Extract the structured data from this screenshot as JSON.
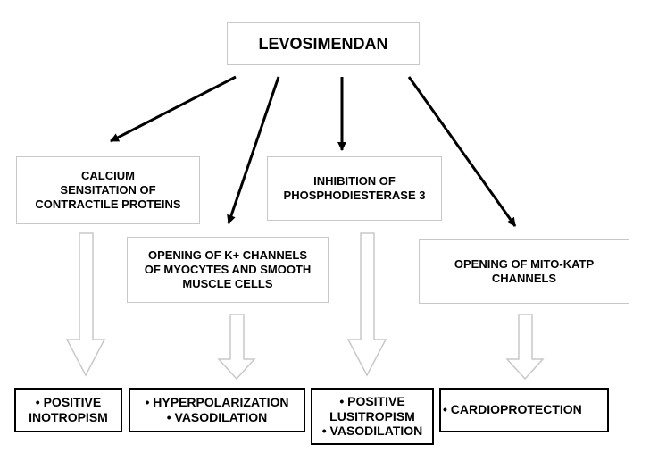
{
  "diagram": {
    "root": {
      "label": "LEVOSIMENDAN"
    },
    "mechanisms": [
      {
        "id": "m1",
        "lines": [
          "CALCIUM",
          "SENSITATION OF",
          "CONTRACTILE PROTEINS"
        ]
      },
      {
        "id": "m2",
        "lines": [
          "INHIBITION OF",
          "PHOSPHODIESTERASE 3"
        ]
      },
      {
        "id": "m3",
        "lines": [
          "OPENING OF K+ CHANNELS",
          "OF MYOCYTES AND SMOOTH",
          "MUSCLE CELLS"
        ]
      },
      {
        "id": "m4",
        "lines": [
          "OPENING OF MITO-KATP",
          "CHANNELS"
        ]
      }
    ],
    "effects": [
      {
        "id": "o1",
        "lines": [
          "• POSITIVE",
          "INOTROPISM"
        ]
      },
      {
        "id": "o2",
        "lines": [
          "• HYPERPOLARIZATION",
          "• VASODILATION"
        ]
      },
      {
        "id": "o3",
        "lines": [
          "• POSITIVE",
          "LUSITROPISM",
          "• VASODILATION"
        ]
      },
      {
        "id": "o4",
        "lines": [
          "• CARDIOPROTECTION"
        ]
      }
    ],
    "edges": [
      {
        "from": "root",
        "to": "m1",
        "style": "solid-arrow"
      },
      {
        "from": "root",
        "to": "m3",
        "style": "solid-arrow"
      },
      {
        "from": "root",
        "to": "m2",
        "style": "solid-arrow"
      },
      {
        "from": "root",
        "to": "m4",
        "style": "solid-arrow"
      },
      {
        "from": "m1",
        "to": "o1",
        "style": "hollow-arrow"
      },
      {
        "from": "m3",
        "to": "o2",
        "style": "hollow-arrow"
      },
      {
        "from": "m2",
        "to": "o3",
        "style": "hollow-arrow"
      },
      {
        "from": "m4",
        "to": "o4",
        "style": "hollow-arrow"
      }
    ],
    "colors": {
      "line": "#000000",
      "soft_border": "#c8c8c8",
      "hollow_arrow": "#c8c8c8",
      "background": "#ffffff"
    }
  }
}
